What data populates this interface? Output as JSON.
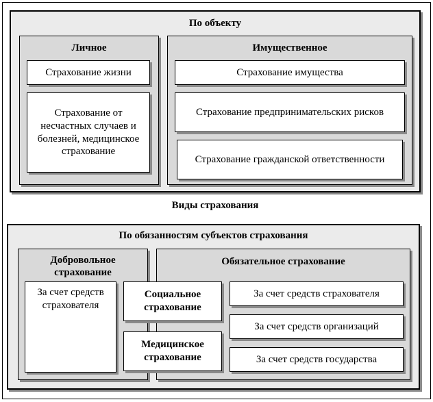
{
  "diagram": {
    "center_label": "Виды страхования",
    "by_object": {
      "title": "По объекту",
      "personal": {
        "title": "Личное",
        "items": [
          "Страхование жизни",
          "Страхование от несчастных случаев и болезней, медицинское страхование"
        ]
      },
      "property": {
        "title": "Имущественное",
        "items": [
          "Страхование имущества",
          "Страхование предпринимательских рисков",
          "Страхование гражданской ответственности"
        ]
      }
    },
    "by_obligation": {
      "title": "По обязанностям субъектов страхования",
      "voluntary": {
        "title": "Добровольное страхование",
        "items": [
          "За счет средств страхователя"
        ]
      },
      "mandatory": {
        "title": "Обязательное страхование",
        "types": [
          "Социальное страхование",
          "Медицинское страхование"
        ],
        "sources": [
          "За счет средств страхователя",
          "За счет средств организаций",
          "За счет средств государства"
        ]
      }
    }
  }
}
